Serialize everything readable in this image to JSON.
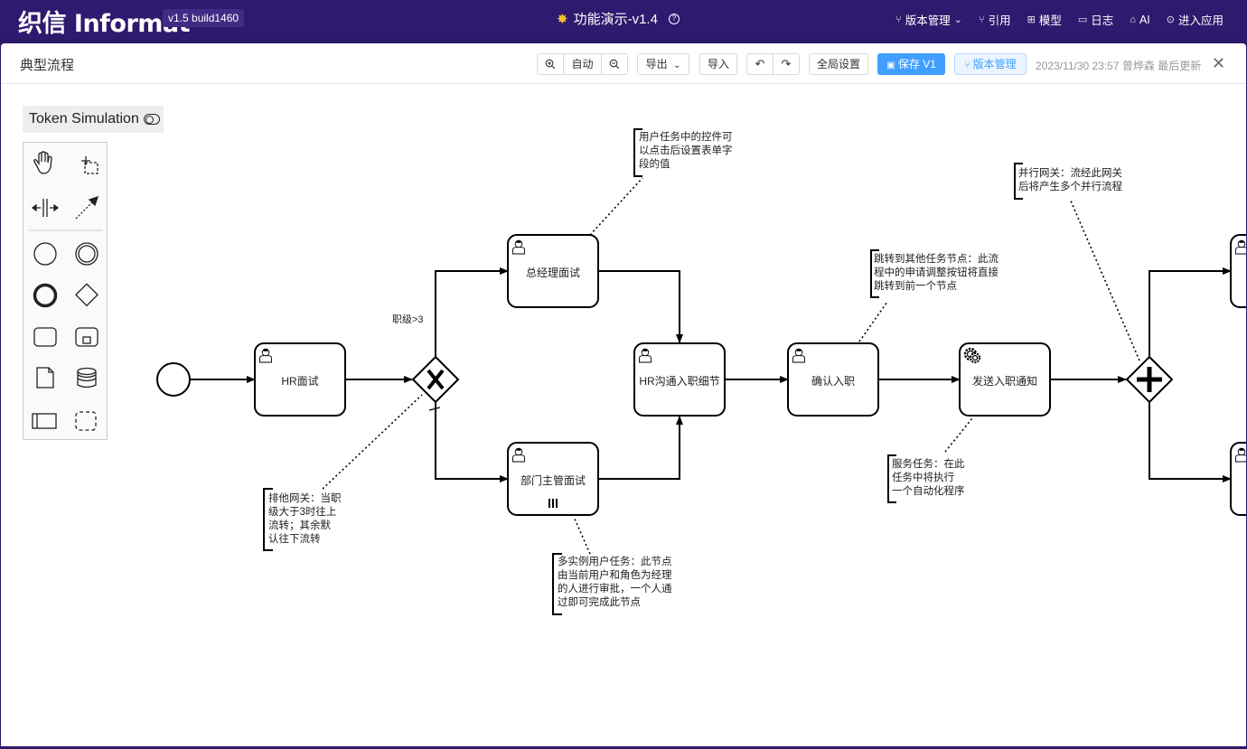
{
  "app": {
    "logo": "织信 Informat",
    "version": "v1.5 build1460",
    "title": "功能演示-v1.4",
    "help_icon": "?",
    "menu": [
      "版本管理",
      "引用",
      "模型",
      "日志",
      "AI",
      "进入应用"
    ]
  },
  "panel": {
    "title": "典型流程",
    "buttons": {
      "zoom_auto": "自动",
      "export": "导出",
      "import": "导入",
      "global_settings": "全局设置",
      "save": "保存 V1",
      "version_mgmt": "版本管理"
    },
    "update_info": "2023/11/30 23:57 曾烨森 最后更新"
  },
  "canvas": {
    "token_simulation": "Token Simulation",
    "nodes": {
      "hr_interview": "HR面试",
      "gm_interview": "总经理面试",
      "dept_interview": "部门主管面试",
      "hr_detail": "HR沟通入职细节",
      "confirm": "确认入职",
      "notify": "发送入职通知"
    },
    "condition_label": "职级>3",
    "annotations": {
      "exclusive": "排他网关：当职\n级大于3时往上\n流转；其余默\n认往下流转",
      "user_task": "用户任务中的控件可\n以点击后设置表单字\n段的值",
      "multi_instance": "多实例用户任务：此节点\n由当前用户和角色为经理\n的人进行审批，一个人通\n过即可完成此节点",
      "jump": "跳转到其他任务节点：此流\n程中的申请调整按钮将直接\n跳转到前一个节点",
      "service_task": "服务任务：在此\n任务中将执行\n一个自动化程序",
      "parallel": "并行网关：流经此网关\n后将产生多个并行流程"
    }
  }
}
